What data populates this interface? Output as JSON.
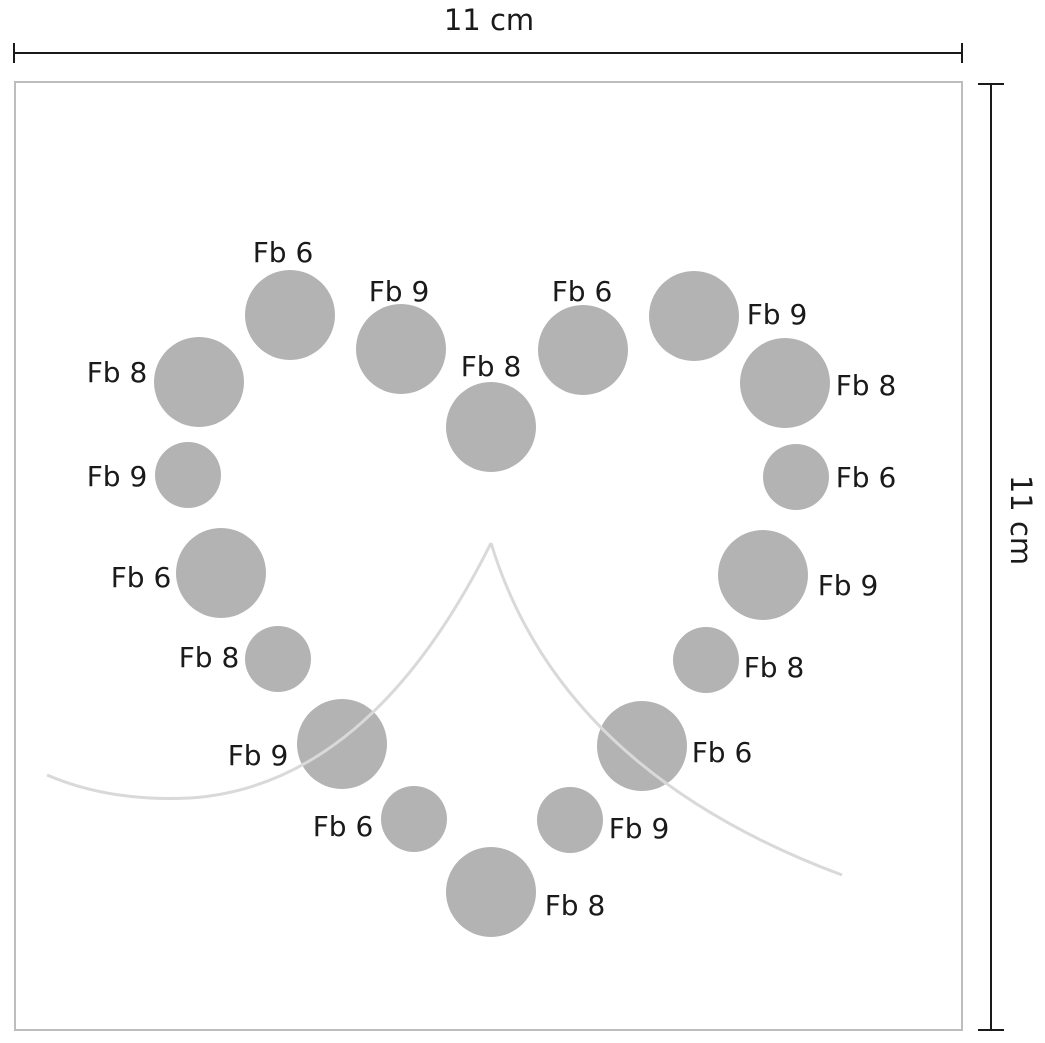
{
  "dimensions": {
    "width_label": "11 cm",
    "height_label": "11 cm"
  },
  "colors": {
    "dot": "#b3b3b3",
    "frame": "#bdbdbd",
    "curve": "#d9d9d9",
    "dimension_line": "#1a1a1a"
  },
  "dots": [
    {
      "label": "Fb 6"
    },
    {
      "label": "Fb 9"
    },
    {
      "label": "Fb 8"
    },
    {
      "label": "Fb 8"
    },
    {
      "label": "Fb 6"
    },
    {
      "label": "Fb 9"
    },
    {
      "label": "Fb 8"
    },
    {
      "label": "Fb 9"
    },
    {
      "label": "Fb 6"
    },
    {
      "label": "Fb 6"
    },
    {
      "label": "Fb 9"
    },
    {
      "label": "Fb 8"
    },
    {
      "label": "Fb 8"
    },
    {
      "label": "Fb 9"
    },
    {
      "label": "Fb 6"
    },
    {
      "label": "Fb 6"
    },
    {
      "label": "Fb 9"
    },
    {
      "label": "Fb 8"
    }
  ]
}
